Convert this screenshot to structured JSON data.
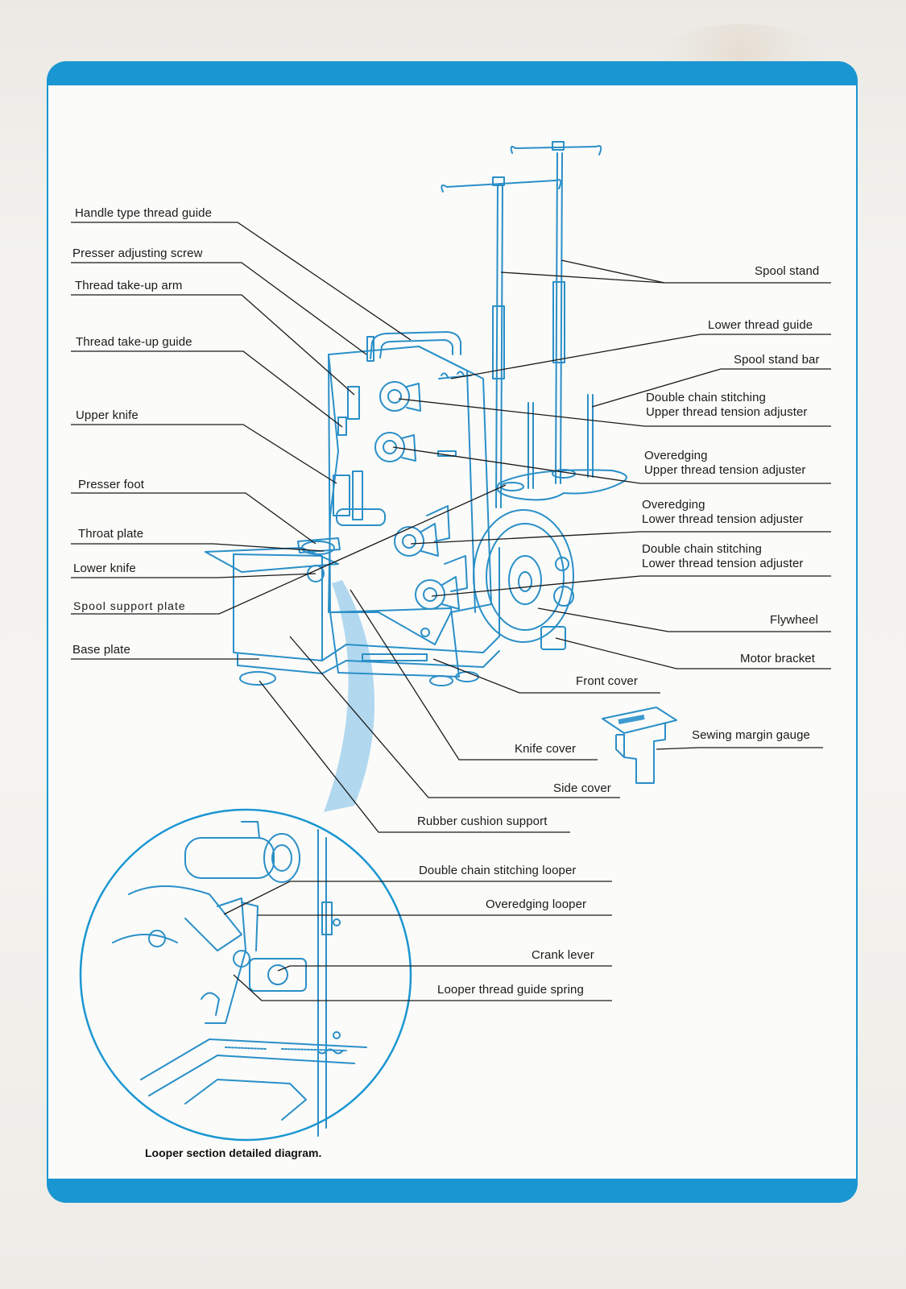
{
  "labels": {
    "handle_type_thread_guide": "Handle type thread guide",
    "presser_adjusting_screw": "Presser adjusting screw",
    "thread_take_up_arm": "Thread take-up arm",
    "thread_take_up_guide": "Thread take-up guide",
    "upper_knife": "Upper knife",
    "presser_foot": "Presser foot",
    "throat_plate": "Throat plate",
    "lower_knife": "Lower knife",
    "spool_support_plate": "Spool support plate",
    "base_plate": "Base plate",
    "spool_stand": "Spool stand",
    "lower_thread_guide": "Lower thread guide",
    "spool_stand_bar": "Spool stand bar",
    "dcs_upper_line1": "Double chain stitching",
    "dcs_upper_line2": "Upper thread tension adjuster",
    "ovd_upper_line1": "Overedging",
    "ovd_upper_line2": "Upper thread tension adjuster",
    "ovd_lower_line1": "Overedging",
    "ovd_lower_line2": "Lower thread tension adjuster",
    "dcs_lower_line1": "Double chain stitching",
    "dcs_lower_line2": "Lower thread tension adjuster",
    "flywheel": "Flywheel",
    "motor_bracket": "Motor bracket",
    "front_cover": "Front cover",
    "sewing_margin_gauge": "Sewing margin gauge",
    "knife_cover": "Knife cover",
    "side_cover": "Side cover",
    "rubber_cushion_support": "Rubber cushion support",
    "double_chain_stitching_looper": "Double chain stitching looper",
    "overedging_looper": "Overedging looper",
    "crank_lever": "Crank lever",
    "looper_thread_guide_spring": "Looper thread guide spring"
  },
  "caption": "Looper section detailed diagram.",
  "colors": {
    "accent_blue": "#1a96d2",
    "line_blue": "#2a8fc8",
    "leader": "#1a1a1a"
  }
}
